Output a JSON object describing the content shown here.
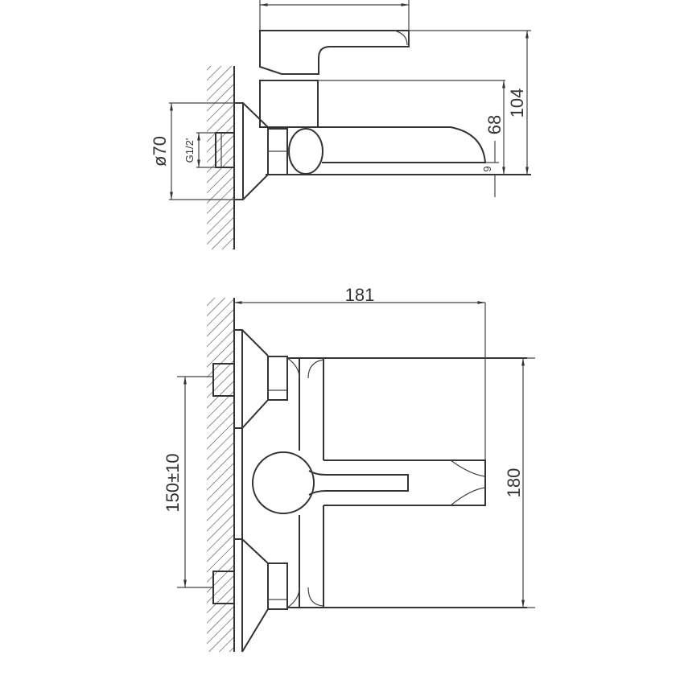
{
  "side_view": {
    "flange_diameter": "ø70",
    "thread": "G1/2'",
    "height_to_body": "68",
    "overall_height": "104",
    "spout_outlet_height": "9"
  },
  "front_view": {
    "overall_depth": "181",
    "body_width": "180",
    "inlet_spacing": "150±10"
  },
  "colors": {
    "line": "#333333",
    "background": "#ffffff"
  }
}
